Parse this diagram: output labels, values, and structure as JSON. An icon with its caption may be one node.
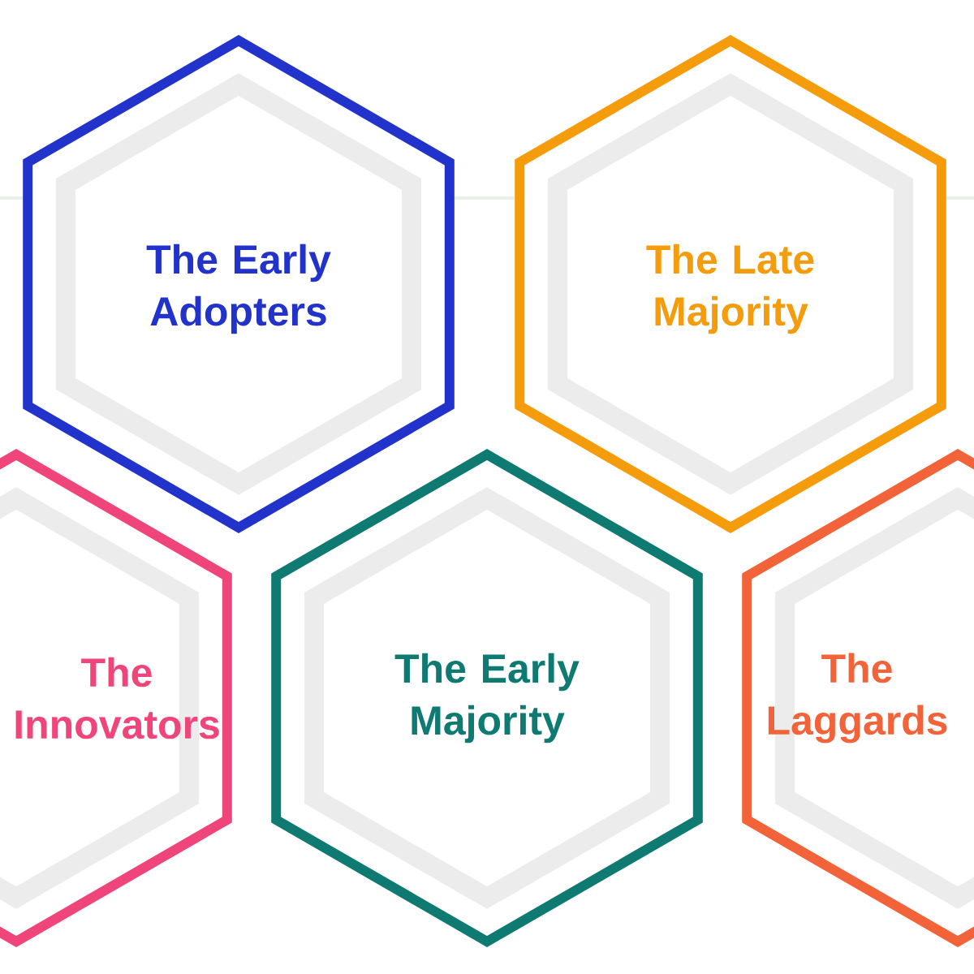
{
  "diagram": {
    "nodes": [
      {
        "text": [
          "The Early Adopters"
        ]
      },
      {
        "text": [
          "The Late Majority"
        ]
      },
      {
        "text": [
          "The Innovators"
        ]
      },
      {
        "text": [
          "The Early Majority"
        ]
      },
      {
        "text": [
          "The Laggards"
        ]
      }
    ]
  }
}
